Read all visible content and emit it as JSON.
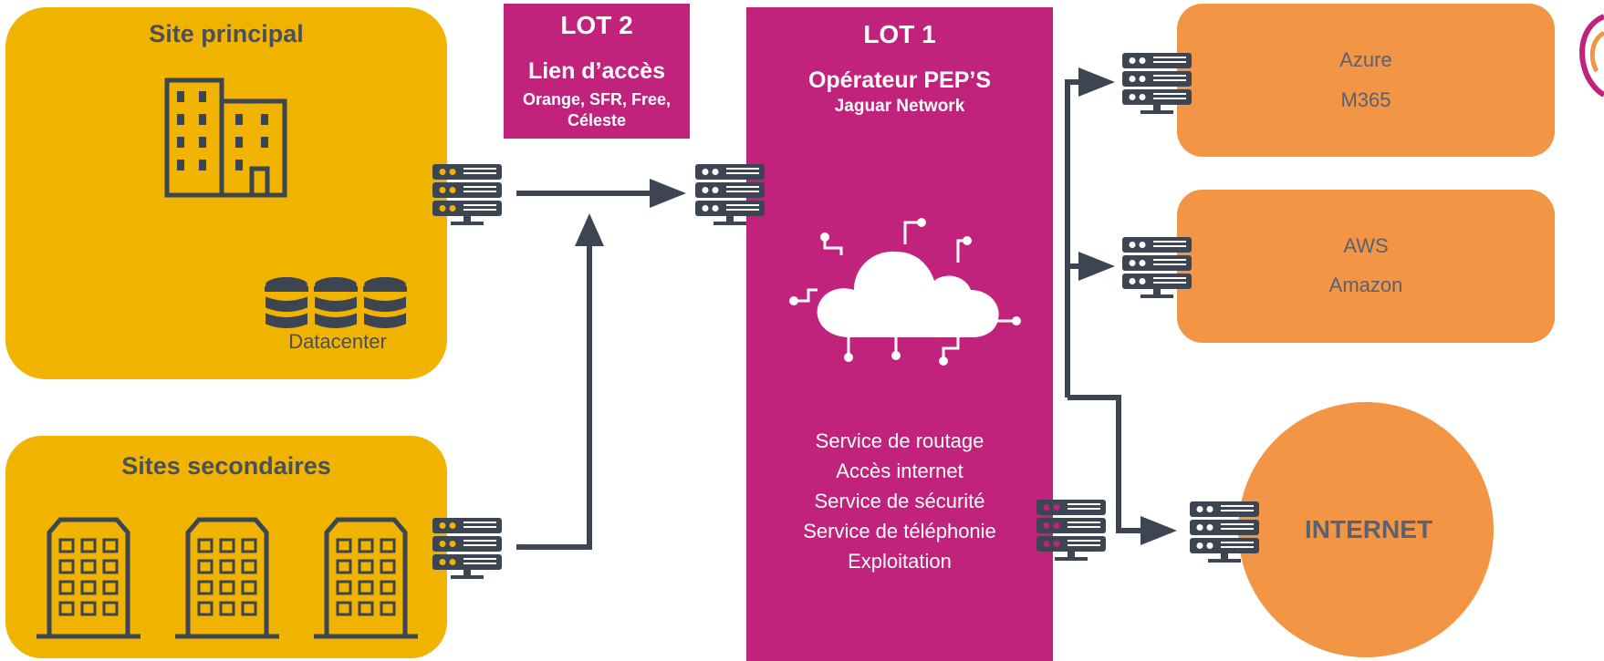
{
  "main_site": {
    "title": "Site principal",
    "datacenter_label": "Datacenter"
  },
  "secondary_sites": {
    "title": "Sites secondaires"
  },
  "lot2": {
    "title": "LOT 2",
    "subtitle": "Lien d’accès",
    "providers_line1": "Orange, SFR, Free,",
    "providers_line2": "Céleste"
  },
  "lot1": {
    "title": "LOT 1",
    "subtitle": "Opérateur PEP’S",
    "operator": "Jaguar Network",
    "services": [
      "Service de routage",
      "Accès internet",
      "Service de sécurité",
      "Service de téléphonie",
      "Exploitation"
    ]
  },
  "clouds": [
    {
      "line1": "Azure",
      "line2": "M365"
    },
    {
      "line1": "AWS",
      "line2": "Amazon"
    }
  ],
  "internet": {
    "label": "INTERNET"
  },
  "colors": {
    "yellow": "#f0b400",
    "magenta": "#c0227c",
    "orange": "#f29544",
    "dark": "#3d4452"
  }
}
